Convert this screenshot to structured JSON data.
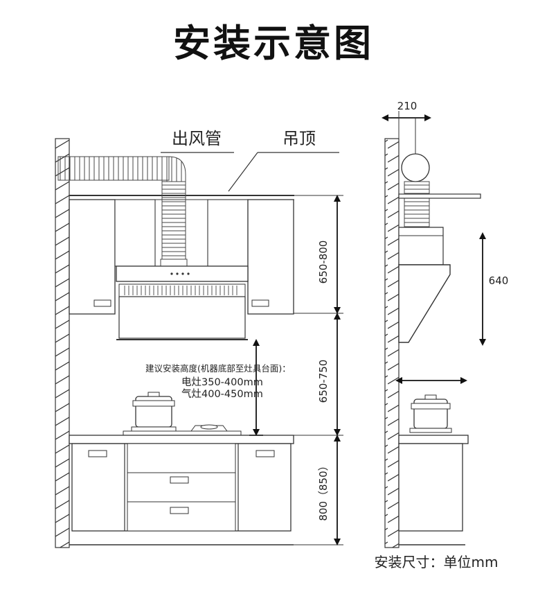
{
  "title": "安装示意图",
  "labels": {
    "duct": "出风管",
    "ceiling": "吊顶",
    "note_line1": "建议安装高度(机器底部至灶具台面)：",
    "note_line2": "电灶350-400mm",
    "note_line3": "气灶400-450mm",
    "footer": "安装尺寸：单位mm"
  },
  "dimensions": {
    "cabinet_gap": "650-800",
    "hood_height": "650-750",
    "counter_height": "800（850）",
    "side_width": "210",
    "side_height": "640"
  }
}
